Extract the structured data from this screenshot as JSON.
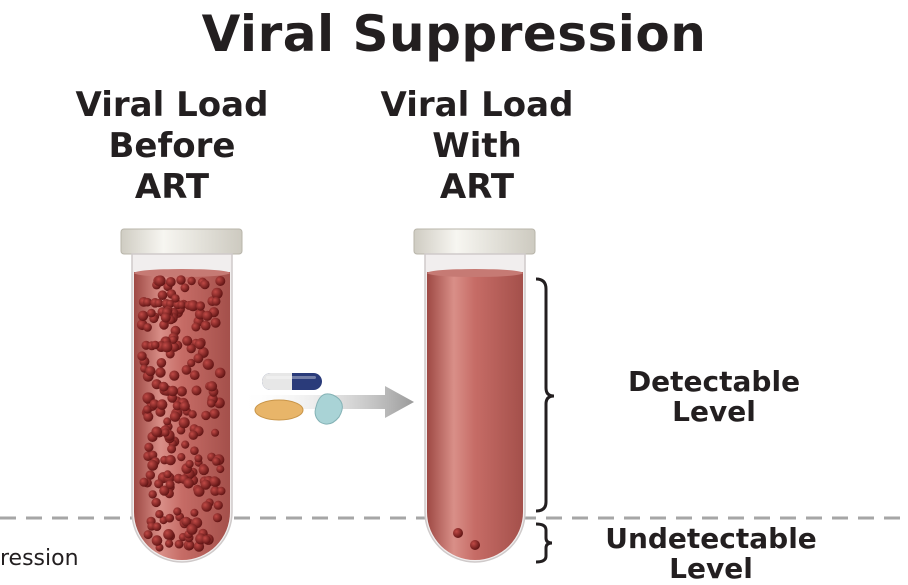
{
  "title": "Viral Suppression",
  "tubes": [
    {
      "heading": "Viral Load\nBefore\nART",
      "particle_level": "high"
    },
    {
      "heading": "Viral Load\nWith\nART",
      "particle_level": "very low"
    }
  ],
  "levels": {
    "detectable": "Detectable\nLevel",
    "undetectable": "Undetectable\nLevel"
  },
  "caption_fragment": "ression",
  "colors": {
    "blood": "#b35a55",
    "blood_light": "#d98f88",
    "particle": "#7a1c1c",
    "cap": "#e9e7df",
    "threshold_line": "#a6a6a6",
    "arrow": "#9a9a9a"
  },
  "icons": [
    "capsule-pill-icon",
    "round-tablet-icon",
    "oval-tablet-icon",
    "right-arrow-icon"
  ]
}
